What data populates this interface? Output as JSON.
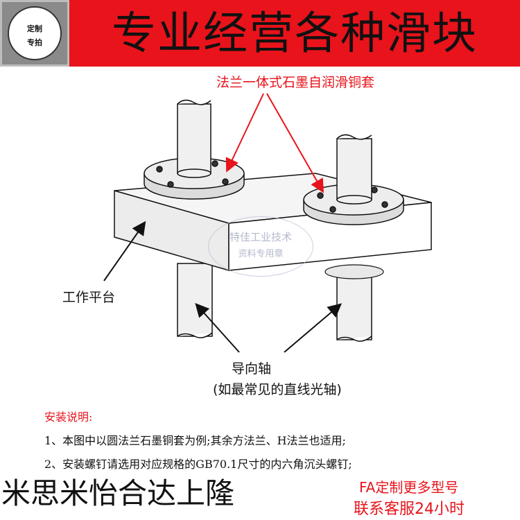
{
  "header": {
    "badge_line1": "定制",
    "badge_line2": "专拍",
    "title": "专业经营各种滑块"
  },
  "diagram": {
    "callout": "法兰一体式石墨自润滑铜套",
    "platform_label": "工作平台",
    "shaft_label_line1": "导向轴",
    "shaft_label_line2": "(如最常见的直线光轴)",
    "stamp_line1": "特佳工业技术",
    "stamp_line2": "资料专用章"
  },
  "notes": {
    "title": "安装说明:",
    "items": [
      "1、本图中以圆法兰石墨铜套为例;其余方法兰、H法兰也适用;",
      "2、安装螺钉请选用对应规格的GB70.1尺寸的内六角沉头螺钉;"
    ]
  },
  "footer": {
    "left": "米思米怡合达上隆",
    "right_line1": "FA定制更多型号",
    "right_line2": "联系客服24小时"
  },
  "colors": {
    "accent_red": "#e8131b",
    "text_dark": "#111111"
  }
}
